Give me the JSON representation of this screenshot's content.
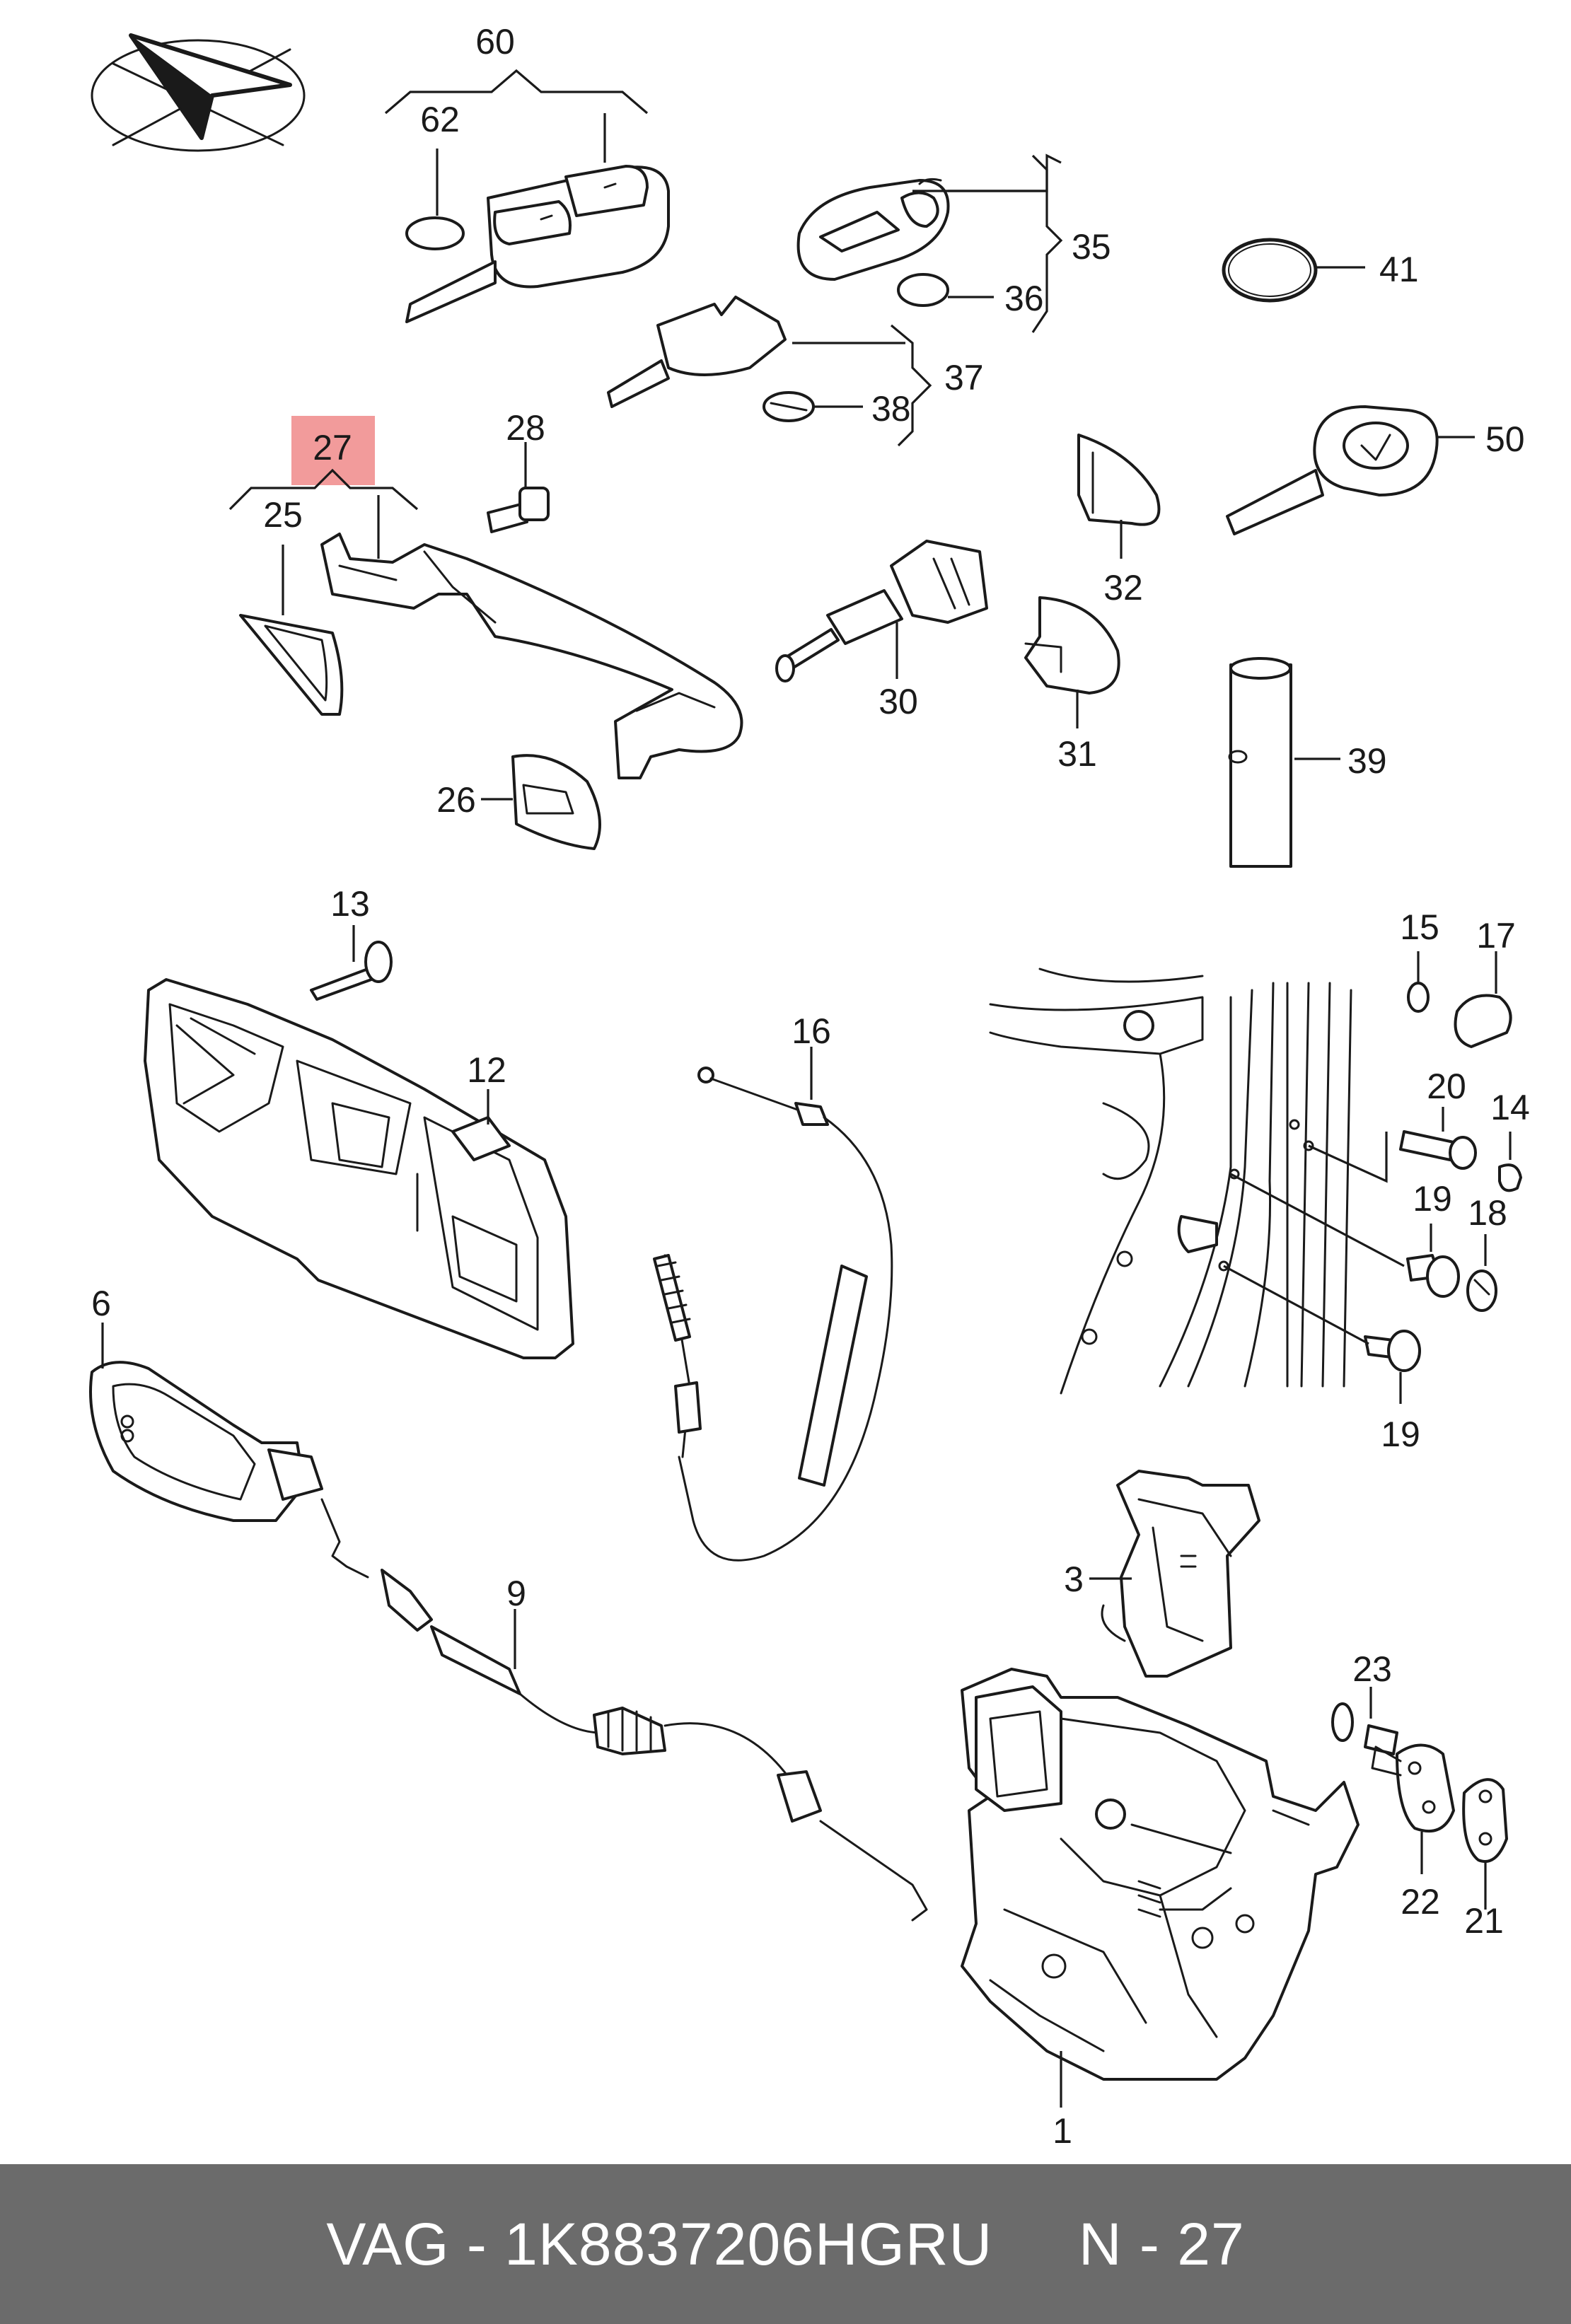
{
  "highlight_color": "#f29b9b",
  "footer_color": "#6b6b6b",
  "callouts": {
    "c60": "60",
    "c62": "62",
    "c35": "35",
    "c36": "36",
    "c41": "41",
    "c37": "37",
    "c38": "38",
    "c50": "50",
    "c27": "27",
    "c25": "25",
    "c28": "28",
    "c32": "32",
    "c30": "30",
    "c31": "31",
    "c26": "26",
    "c39": "39",
    "c13": "13",
    "c12": "12",
    "c16": "16",
    "c15": "15",
    "c17": "17",
    "c20": "20",
    "c14": "14",
    "c19a": "19",
    "c18": "18",
    "c19b": "19",
    "c6": "6",
    "c9": "9",
    "c3": "3",
    "c23": "23",
    "c22": "22",
    "c21": "21",
    "c1": "1"
  },
  "footer": {
    "text": "VAG - 1K8837206HGRU     N - 27"
  }
}
